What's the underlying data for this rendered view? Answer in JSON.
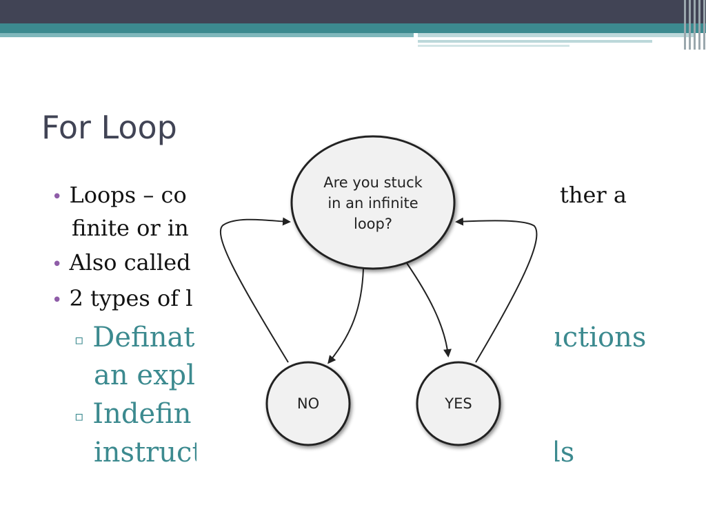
{
  "slide": {
    "title": "For Loop",
    "bullets": [
      {
        "left": "Loops – co",
        "right": "ther a"
      },
      {
        "line2": "finite or in"
      },
      {
        "left": "Also called"
      },
      {
        "left": "2 types of l"
      }
    ],
    "sub_bullets": [
      {
        "left": "Definat",
        "right": "uctions",
        "line2": "an expl"
      },
      {
        "left": "Indefin",
        "line2_left": "instruct",
        "line2_right": "ls"
      }
    ]
  },
  "flowchart": {
    "question": [
      "Are you stuck",
      "in an infinite",
      "loop?"
    ],
    "no_label": "NO",
    "yes_label": "YES"
  },
  "colors": {
    "header": "#414455",
    "teal": "#3c8a8f",
    "bullet_dot": "#8f5da8"
  }
}
